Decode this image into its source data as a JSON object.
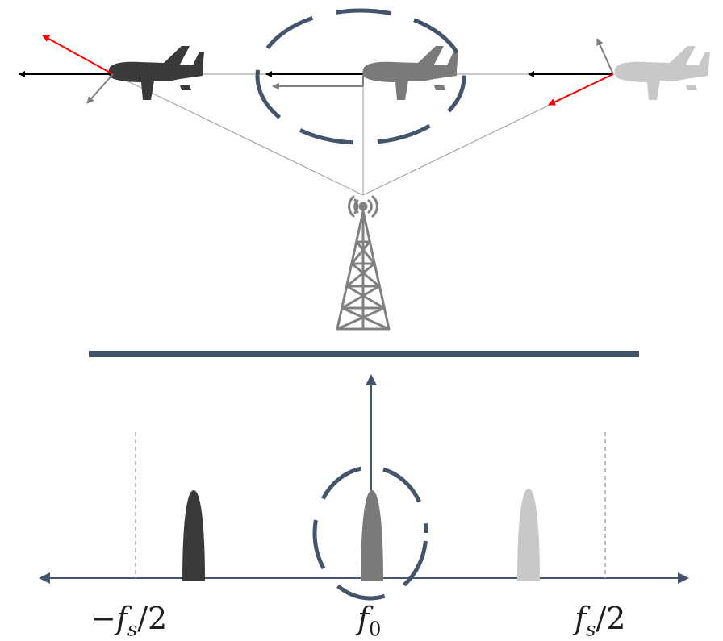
{
  "diagram": {
    "aircraft": [
      {
        "name": "aircraft-left",
        "shade": "#3a3a3a"
      },
      {
        "name": "aircraft-center",
        "shade": "#7a7a7a"
      },
      {
        "name": "aircraft-right",
        "shade": "#c8c8c8"
      }
    ],
    "colors": {
      "accent_dashed_ring": "#44546a",
      "velocity_arrow": "#000000",
      "radial_arrow": "#ff0000",
      "tangential_arrow": "#7f7f7f",
      "tower": "#808080",
      "sight_line": "#a6a6a6",
      "axis": "#44546a",
      "nyquist_marker": "#a6a6a6"
    },
    "icons": [
      "airplane-icon",
      "radio-tower-icon"
    ]
  },
  "spectrum": {
    "labels": {
      "neg_nyquist_main": "−f",
      "neg_nyquist_sub": "s",
      "neg_nyquist_tail": "/2",
      "center_main": "f",
      "center_sub": "0",
      "pos_nyquist_main": "f",
      "pos_nyquist_sub": "s",
      "pos_nyquist_tail": "/2"
    },
    "peaks": [
      {
        "name": "peak-left",
        "shade": "#3a3a3a"
      },
      {
        "name": "peak-center",
        "shade": "#7a7a7a"
      },
      {
        "name": "peak-right",
        "shade": "#c8c8c8"
      }
    ]
  }
}
